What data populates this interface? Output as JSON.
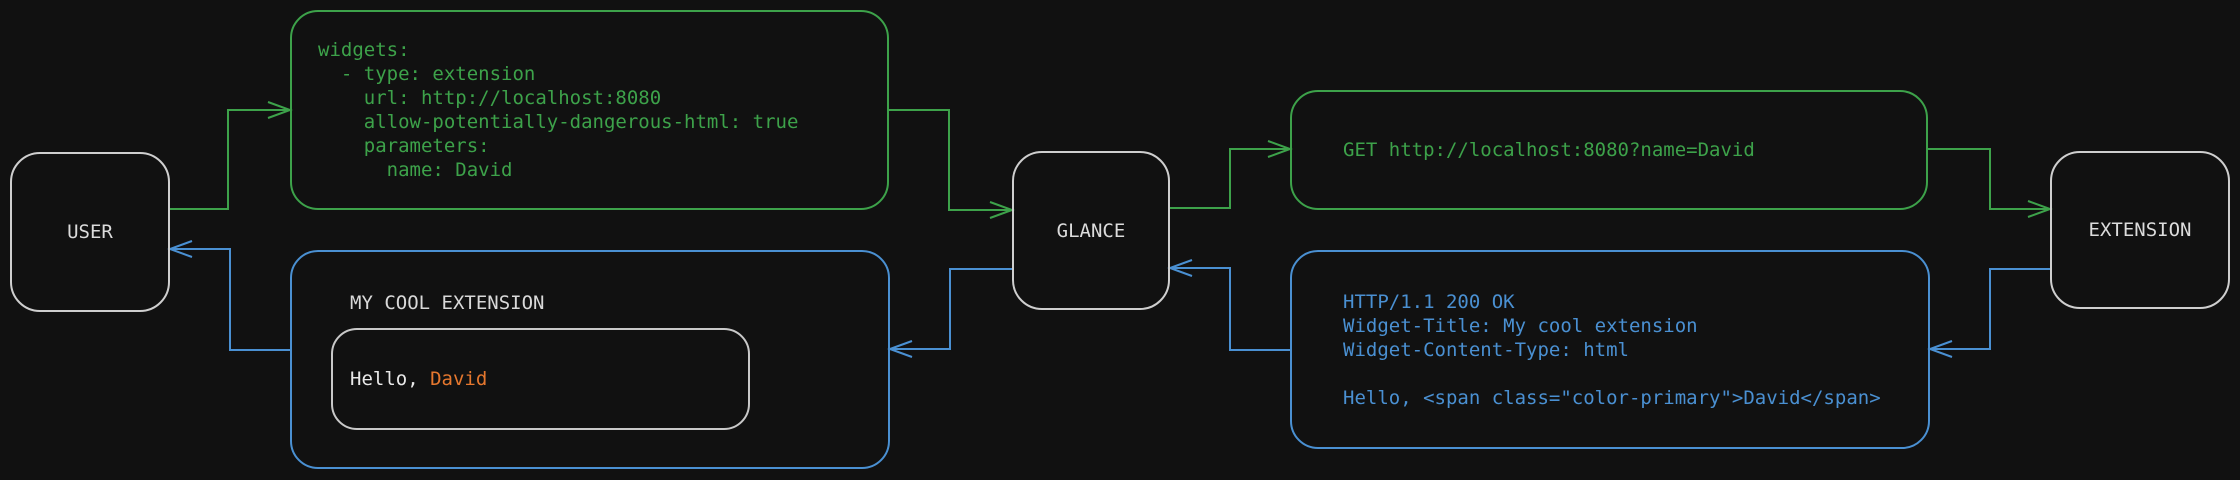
{
  "diagram": {
    "nodes": {
      "user": {
        "label": "USER"
      },
      "glance": {
        "label": "GLANCE"
      },
      "extension": {
        "label": "EXTENSION"
      }
    },
    "messages": {
      "config_yaml": {
        "code": "widgets:\n  - type: extension\n    url: http://localhost:8080\n    allow-potentially-dangerous-html: true\n    parameters:\n      name: David"
      },
      "http_request": {
        "code": "GET http://localhost:8080?name=David"
      },
      "http_response": {
        "code": "HTTP/1.1 200 OK\nWidget-Title: My cool extension\nWidget-Content-Type: html\n\nHello, <span class=\"color-primary\">David</span>"
      },
      "widget_preview": {
        "title": "MY COOL EXTENSION",
        "greeting_prefix": "Hello, ",
        "greeting_name": "David"
      }
    },
    "colors": {
      "request_green": "#3da24a",
      "response_blue": "#4a90d2",
      "accent_orange": "#e5772e",
      "node_border": "#cfcfcf",
      "background": "#111111"
    }
  }
}
